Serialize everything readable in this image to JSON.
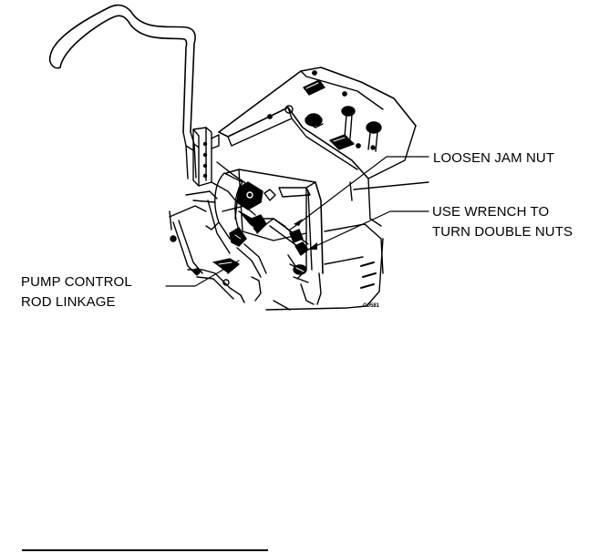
{
  "callouts": {
    "jam_nut": "LOOSEN JAM NUT",
    "wrench_line1": "USE WRENCH TO",
    "wrench_line2": "TURN DOUBLE NUTS",
    "pump_line1": "PUMP CONTROL",
    "pump_line2": "ROD LINKAGE"
  },
  "figure_code": "G0581",
  "colors": {
    "ink": "#000000",
    "paper": "#ffffff"
  }
}
